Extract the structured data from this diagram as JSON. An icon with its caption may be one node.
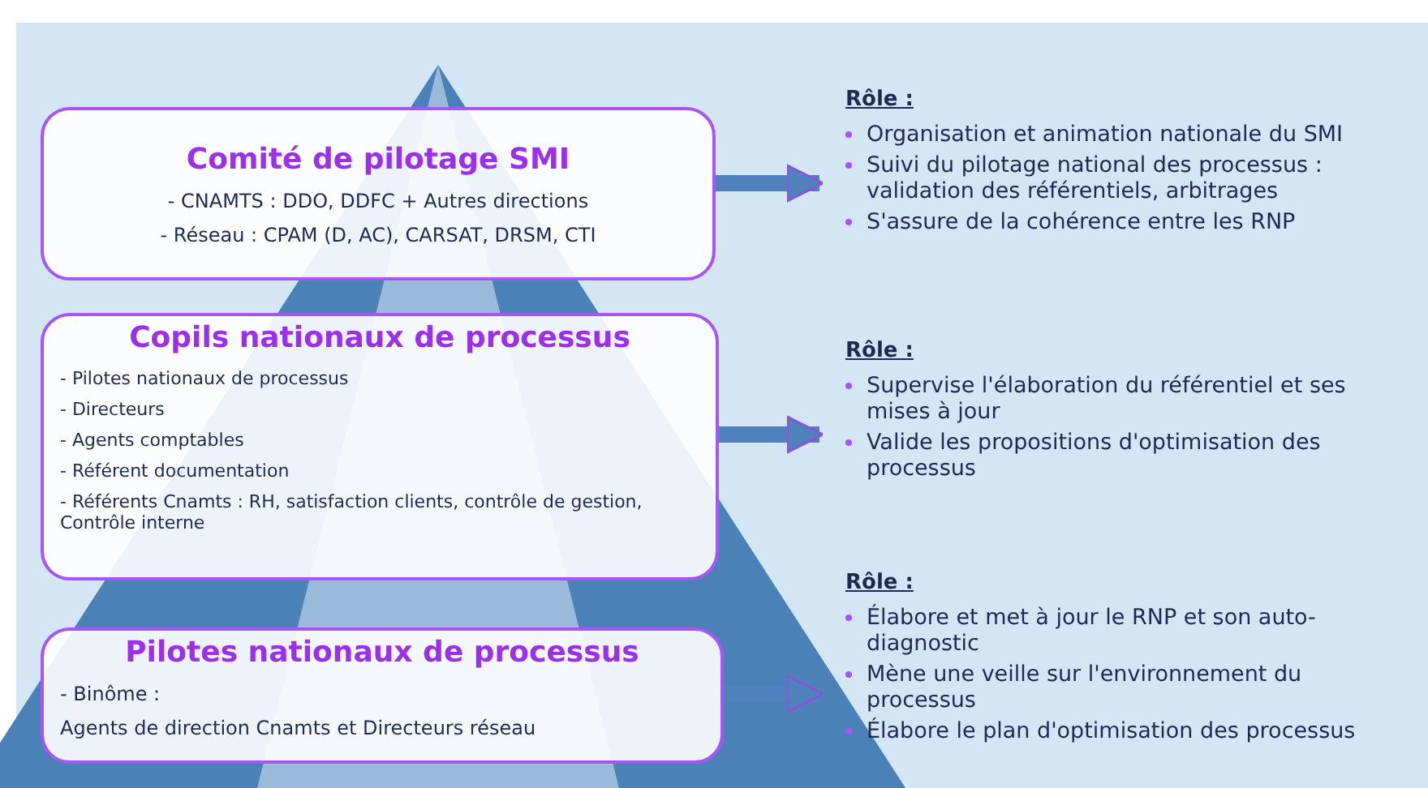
{
  "diagram": {
    "nodes": [
      {
        "text": [
          "Comité de pilotage SMI",
          "- CNAMTS : DDO, DDFC + Autres directions",
          "- Réseau : CPAM (D, AC), CARSAT, DRSM, CTI"
        ]
      },
      {
        "text": [
          "Copils nationaux de processus",
          "- Pilotes nationaux de processus",
          "- Directeurs",
          "- Agents comptables",
          "- Référent documentation",
          "- Référents Cnamts : RH, satisfaction clients, contrôle de gestion, Contrôle interne"
        ]
      },
      {
        "text": [
          "Pilotes nationaux de processus",
          "- Binôme :",
          "Agents de direction Cnamts et Directeurs réseau"
        ]
      },
      {
        "text": [
          "Rôle :",
          "Organisation et animation nationale du SMI",
          "Suivi du pilotage national des processus : validation des référentiels, arbitrages",
          "S'assure de la cohérence entre les RNP"
        ]
      },
      {
        "text": [
          "Rôle :",
          "Supervise l'élaboration du référentiel et ses mises à jour",
          "Valide les propositions d'optimisation des processus"
        ]
      },
      {
        "text": [
          "Rôle :",
          "Élabore et met à jour le RNP et son auto-diagnostic",
          "Mène une veille sur l'environnement du processus",
          "Élabore le plan d'optimisation des processus"
        ]
      }
    ],
    "edges": [
      {
        "from": 0,
        "to": 3,
        "arrow": "to"
      },
      {
        "from": 1,
        "to": 4,
        "arrow": "to"
      },
      {
        "from": 2,
        "to": 5,
        "arrow": "to"
      }
    ]
  }
}
